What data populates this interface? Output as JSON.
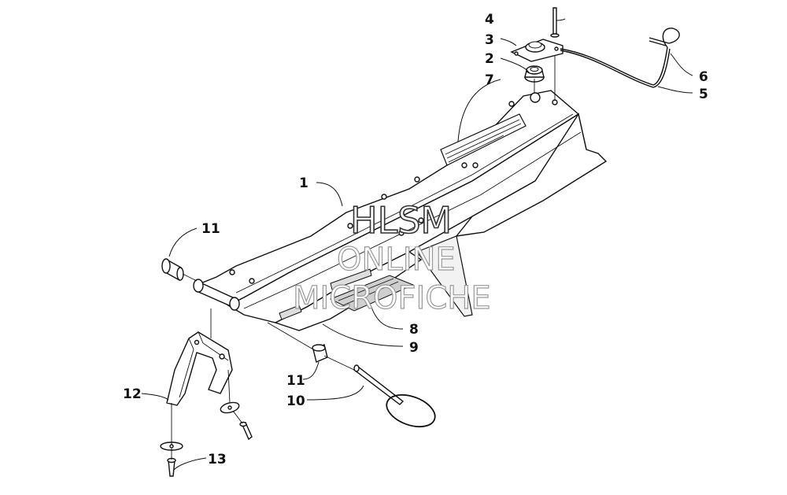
{
  "callouts": [
    {
      "label": "1"
    },
    {
      "label": "2"
    },
    {
      "label": "3"
    },
    {
      "label": "4"
    },
    {
      "label": "5"
    },
    {
      "label": "6"
    },
    {
      "label": "7"
    },
    {
      "label": "8"
    },
    {
      "label": "9"
    },
    {
      "label": "10"
    },
    {
      "label": "11"
    },
    {
      "label": "11"
    },
    {
      "label": "12"
    },
    {
      "label": "13"
    }
  ],
  "watermark": {
    "line1": "HLSM",
    "line2": "ONLINE",
    "line3": "MICROFICHE"
  },
  "colors": {
    "line": "#111111",
    "background": "#ffffff",
    "decal": "#cfcfcf"
  }
}
